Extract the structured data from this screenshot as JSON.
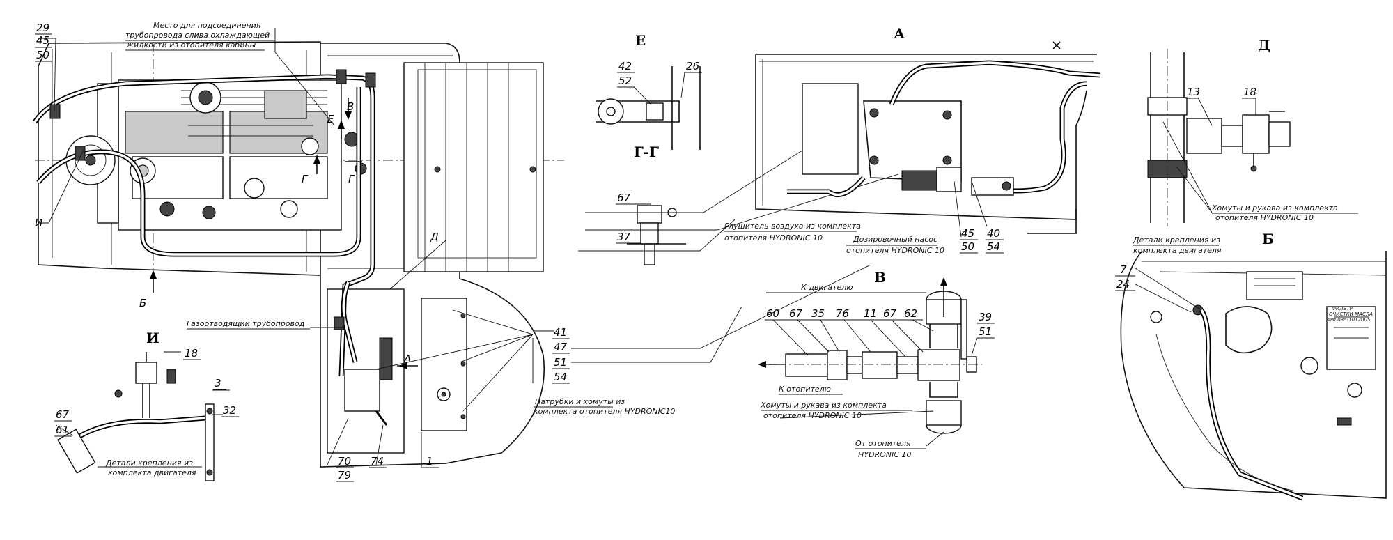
{
  "views": {
    "a": "А",
    "b": "Б",
    "v": "В",
    "g": "Г-Г",
    "d": "Д",
    "e": "Е",
    "i": "И"
  },
  "marks": {
    "a": "А",
    "b": "Б",
    "v": "В",
    "g": "Г",
    "d": "Д",
    "e": "Е",
    "i": "И"
  },
  "labels": {
    "coolant_drain": [
      "Место для подсоединения",
      "трубопровода слива охлаждающей",
      "жидкости из отопителя кабины"
    ],
    "exhaust_pipe": "Газоотводящий трубопровод",
    "pipes_clamps_main": [
      "Патрубки и хомуты из",
      "комплекта отопителя HYDRONIC10"
    ],
    "fastening_engine_i": [
      "Детали крепления из",
      "комплекта двигателя"
    ],
    "air_silencer": [
      "Глушитель воздуха из комплекта",
      "отопителя HYDRONIC 10"
    ],
    "dosing_pump": [
      "Дозировочный насос",
      "отопителя HYDRONIC 10"
    ],
    "to_engine": "К двигателю",
    "to_heater": "К отопителю",
    "clamps_hoses_v": [
      "Хомуты и рукава из комплекта",
      "отопителя HYDRONIC 10"
    ],
    "from_heater": [
      "От отопителя",
      "HYDRONIC 10"
    ],
    "clamps_hoses_d": [
      "Хомуты и рукава из комплекта",
      "отопителя HYDRONIC 10"
    ],
    "fastening_engine_b": [
      "Детали крепления из",
      "комплекта двигателя"
    ],
    "oil_filter": [
      "ФИЛЬТР",
      "ОЧИСТКИ МАСЛА",
      "ФМ 035-1012005"
    ]
  },
  "numbers": {
    "n29": "29",
    "n45a": "45",
    "n50a": "50",
    "n42": "42",
    "n52": "52",
    "n26": "26",
    "n67g": "67",
    "n37": "37",
    "n45": "45",
    "n50": "50",
    "n40": "40",
    "n54": "54",
    "n13": "13",
    "n18d": "18",
    "n41": "41",
    "n47": "47",
    "n51": "51",
    "n54b": "54",
    "n70": "70",
    "n79": "79",
    "n74": "74",
    "n1": "1",
    "n18i": "18",
    "n3": "3",
    "n32": "32",
    "n67i": "67",
    "n61": "61",
    "n60": "60",
    "n67v": "67",
    "n35": "35",
    "n76": "76",
    "n11": "11",
    "n67v2": "67",
    "n62": "62",
    "n39": "39",
    "n51v": "51",
    "n7": "7",
    "n24": "24"
  },
  "colors": {
    "ink": "#000000",
    "paper": "#ffffff"
  }
}
